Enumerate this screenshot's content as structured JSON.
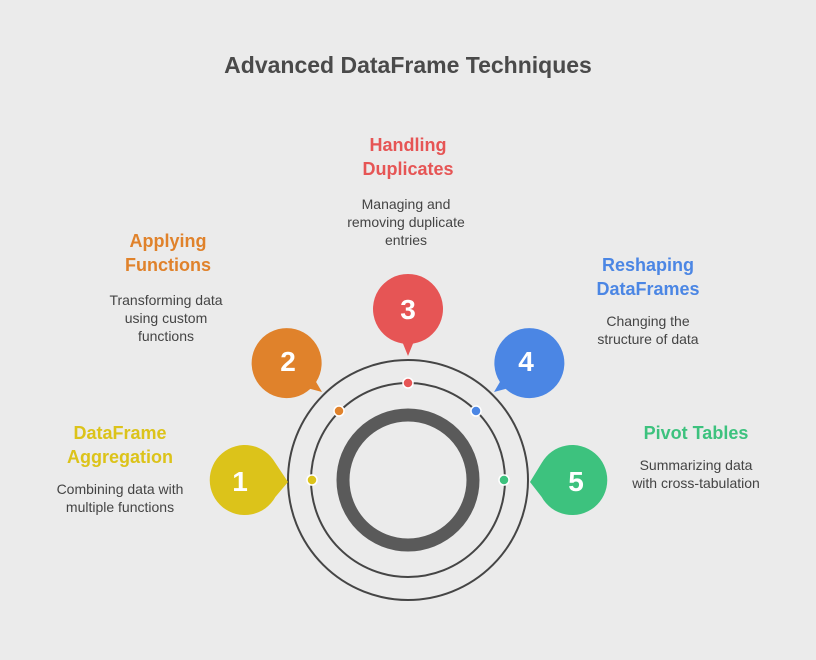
{
  "title": "Advanced DataFrame Techniques",
  "colors": {
    "ring": "#454545",
    "thick_ring": "#5a5a5a",
    "number_text": "#ffffff"
  },
  "steps": [
    {
      "number": "1",
      "label_line1": "DataFrame",
      "label_line2": "Aggregation",
      "desc_line1": "Combining data with",
      "desc_line2": "multiple functions",
      "desc_line3": "",
      "color": "#dcc31a"
    },
    {
      "number": "2",
      "label_line1": "Applying",
      "label_line2": "Functions",
      "desc_line1": "Transforming data",
      "desc_line2": "using custom",
      "desc_line3": "functions",
      "color": "#e0822b"
    },
    {
      "number": "3",
      "label_line1": "Handling",
      "label_line2": "Duplicates",
      "desc_line1": "Managing and",
      "desc_line2": "removing duplicate",
      "desc_line3": "entries",
      "color": "#e65555"
    },
    {
      "number": "4",
      "label_line1": "Reshaping",
      "label_line2": "DataFrames",
      "desc_line1": "Changing the",
      "desc_line2": "structure of data",
      "desc_line3": "",
      "color": "#4b86e4"
    },
    {
      "number": "5",
      "label_line1": "Pivot Tables",
      "label_line2": "",
      "desc_line1": "Summarizing data",
      "desc_line2": "with cross-tabulation",
      "desc_line3": "",
      "color": "#3dc27e"
    }
  ]
}
